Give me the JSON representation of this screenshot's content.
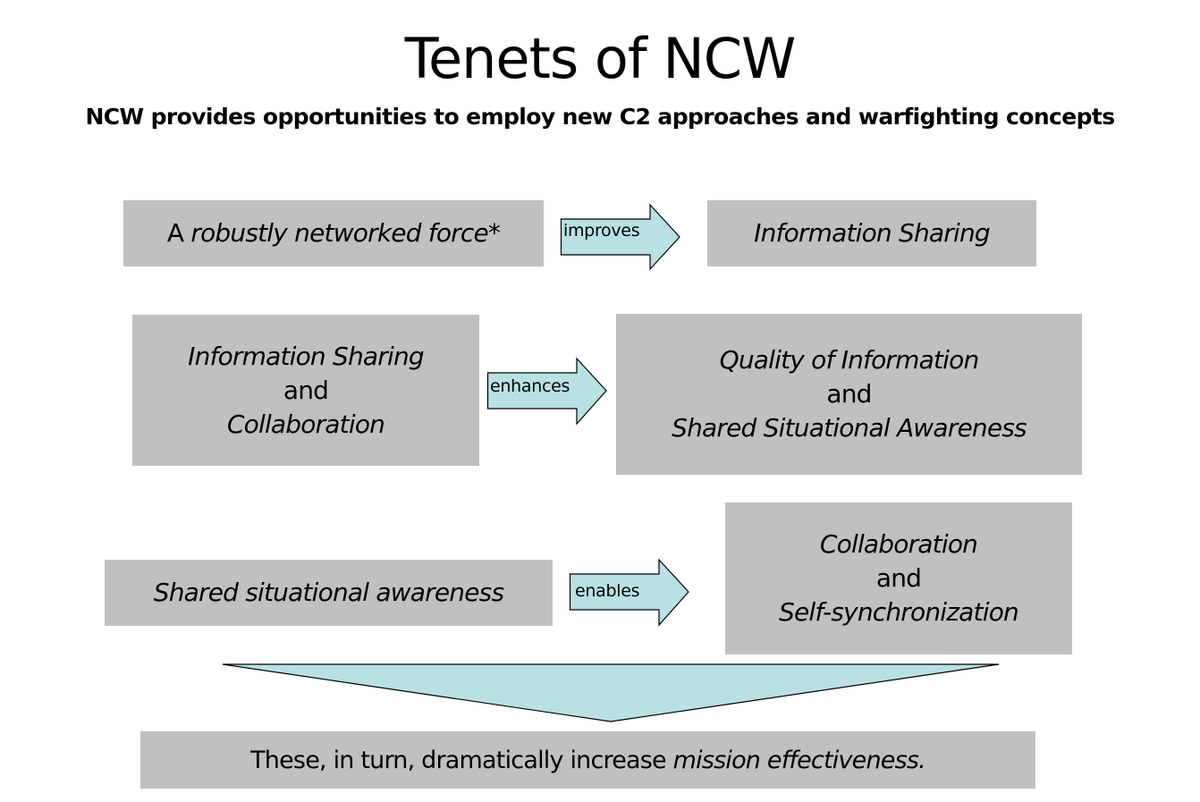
{
  "title": "Tenets of NCW",
  "subtitle": "NCW provides opportunities to employ new C2 approaches and warfighting concepts",
  "row1": {
    "left_prefix": "A",
    "left_italic": "robustly networked force*",
    "arrow_label": "improves",
    "right": "Information Sharing"
  },
  "row2": {
    "left_line1": "Information Sharing",
    "left_line2": "and",
    "left_line3": "Collaboration",
    "arrow_label": "enhances",
    "right_line1": "Quality of Information",
    "right_line2": "and",
    "right_line3": "Shared Situational Awareness"
  },
  "row3": {
    "left": "Shared situational awareness",
    "arrow_label": "enables",
    "right_line1": "Collaboration",
    "right_line2": "and",
    "right_line3": "Self-synchronization"
  },
  "conclusion": {
    "prefix": "These, in turn, dramatically increase",
    "italic": "mission effectiveness."
  },
  "colors": {
    "box_fill": "#c0c0c0",
    "arrow_fill": "#b9e0e3",
    "outline": "#000000"
  }
}
